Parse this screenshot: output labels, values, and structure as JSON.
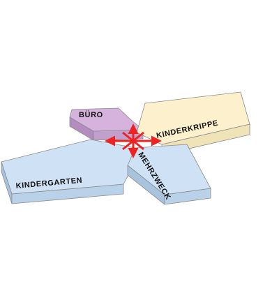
{
  "diagram": {
    "blocks": [
      {
        "id": "buero",
        "label": "BÜRO",
        "color": "#d5b3dd",
        "side_color": "#b48cbf",
        "front_color": "#c29fcc"
      },
      {
        "id": "kinderkrippe",
        "label": "KINDERKRIPPE",
        "color": "#fdf1cd",
        "side_color": "#e7d7a6",
        "front_color": "#f1e3b8"
      },
      {
        "id": "kindergarten",
        "label": "KINDERGARTEN",
        "color": "#cfe2f5",
        "side_color": "#a8c3de",
        "front_color": "#b9d1e9"
      },
      {
        "id": "mehrzweck",
        "label": "MEHRZWECK",
        "color": "#cfe2f5",
        "side_color": "#a8c3de",
        "front_color": "#b9d1e9"
      }
    ],
    "center_marker": {
      "icon": "four-way-arrow-icon",
      "color": "#ee2222"
    }
  }
}
